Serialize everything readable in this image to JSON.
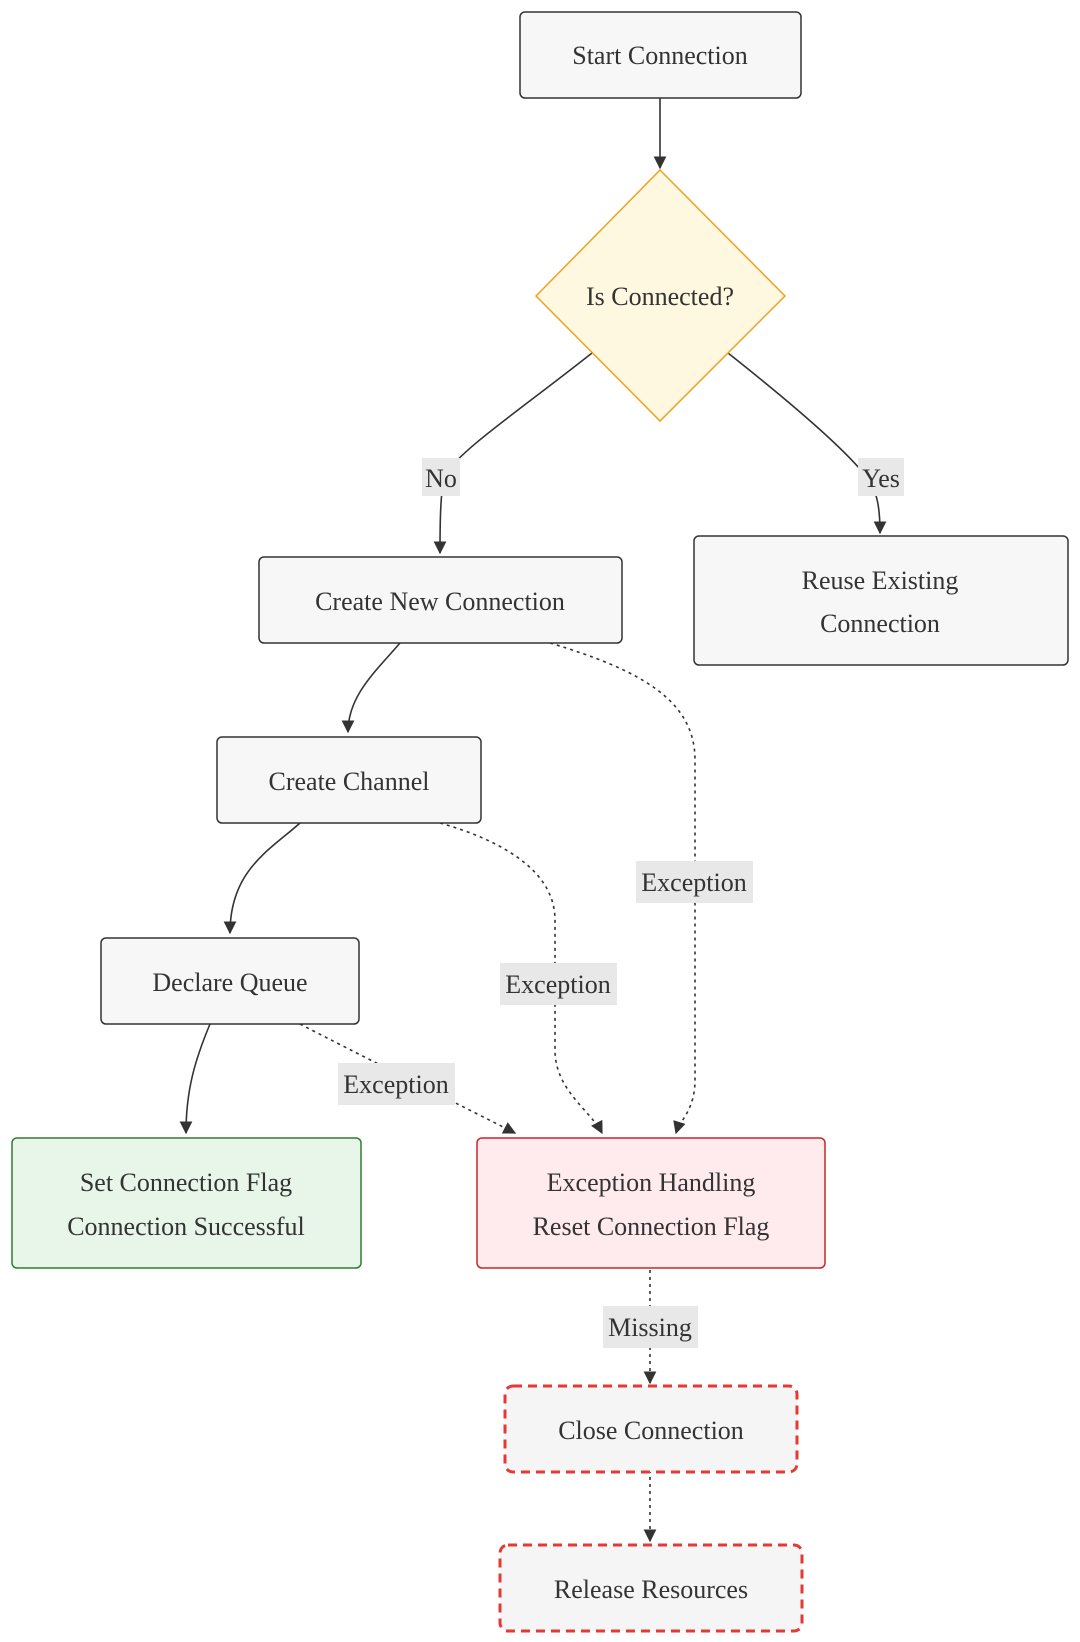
{
  "nodes": {
    "start": {
      "label": "Start Connection"
    },
    "decision": {
      "label": "Is Connected?"
    },
    "create_connection": {
      "label": "Create New Connection"
    },
    "reuse": {
      "line1": "Reuse Existing",
      "line2": "Connection"
    },
    "create_channel": {
      "label": "Create Channel"
    },
    "declare_queue": {
      "label": "Declare Queue"
    },
    "success": {
      "line1": "Set Connection Flag",
      "line2": "Connection Successful"
    },
    "exception": {
      "line1": "Exception Handling",
      "line2": "Reset Connection Flag"
    },
    "close": {
      "label": "Close Connection"
    },
    "release": {
      "label": "Release Resources"
    }
  },
  "edges": {
    "no": "No",
    "yes": "Yes",
    "exc_connection": "Exception",
    "exc_channel": "Exception",
    "exc_queue": "Exception",
    "missing": "Missing"
  },
  "colors": {
    "node_fill": "#f7f7f7",
    "decision_fill": "#fff8e1",
    "decision_stroke": "#f0a020",
    "success_fill": "#e8f5e9",
    "success_stroke": "#2e7d32",
    "error_fill": "#ffebee",
    "error_stroke": "#c62828",
    "missing_stroke": "#e53935"
  }
}
